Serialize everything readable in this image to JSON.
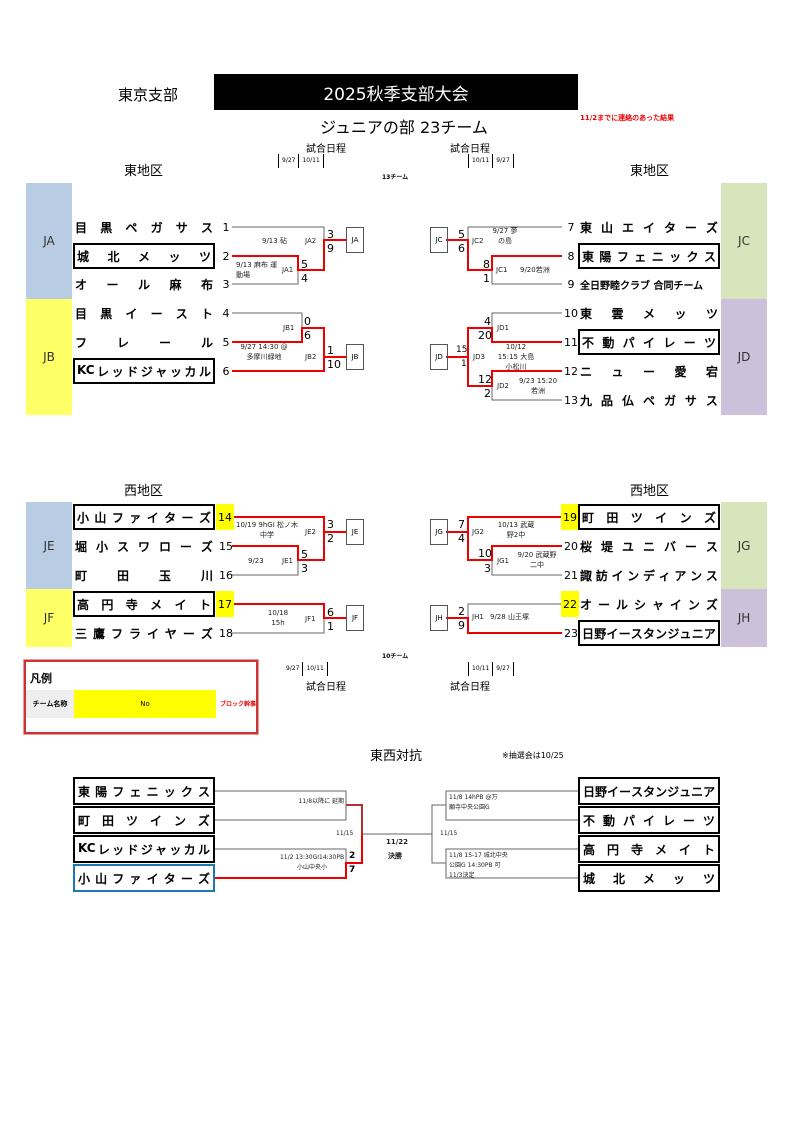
{
  "header": {
    "branch": "東京支部",
    "title": "2025秋季支部大会",
    "subtitle": "ジュニアの部 23チーム",
    "note": "11/2までに連絡のあった結果"
  },
  "schedule_label": "試合日程",
  "dates_left": [
    "9/27",
    "10/11"
  ],
  "dates_right": [
    "10/11",
    "9/27"
  ],
  "east": {
    "region_label": "東地区",
    "count": "13チーム",
    "blocks": {
      "JA": {
        "name": "JA",
        "teams": [
          {
            "no": "1",
            "name": "目黒ペガサス"
          },
          {
            "no": "2",
            "name": "城北メッツ"
          },
          {
            "no": "3",
            "name": "オール麻布"
          }
        ],
        "games": [
          {
            "id": "JA1",
            "info": "9/13 麻布 運動場",
            "scores": [
              "5",
              "4"
            ]
          },
          {
            "id": "JA2",
            "info": "9/13 砧",
            "scores": [
              "3",
              "9"
            ]
          }
        ]
      },
      "JB": {
        "name": "JB",
        "teams": [
          {
            "no": "4",
            "name": "目黒イースト"
          },
          {
            "no": "5",
            "name": "フレール"
          },
          {
            "no": "6",
            "name": "KCレッドジャッカル"
          }
        ],
        "games": [
          {
            "id": "JB1",
            "info": "",
            "scores": [
              "0",
              "6"
            ]
          },
          {
            "id": "JB2",
            "info": "9/27 14:30 @ 多摩川緑地",
            "scores": [
              "1",
              "10"
            ]
          }
        ]
      },
      "JC": {
        "name": "JC",
        "teams": [
          {
            "no": "7",
            "name": "東山エイターズ"
          },
          {
            "no": "8",
            "name": "東陽フェニックス"
          },
          {
            "no": "9",
            "name": "全日野睦クラブ 合同チーム"
          }
        ],
        "games": [
          {
            "id": "JC1",
            "info": "9/20若洲",
            "scores": [
              "8",
              "1"
            ]
          },
          {
            "id": "JC2",
            "info": "9/27 夢の島",
            "scores": [
              "5",
              "6"
            ]
          }
        ]
      },
      "JD": {
        "name": "JD",
        "teams": [
          {
            "no": "10",
            "name": "東雲メッツ"
          },
          {
            "no": "11",
            "name": "不動パイレーツ"
          },
          {
            "no": "12",
            "name": "ニュー愛宕"
          },
          {
            "no": "13",
            "name": "九品仏ペガサス"
          }
        ],
        "games": [
          {
            "id": "JD1",
            "info": "",
            "scores": [
              "4",
              "20"
            ]
          },
          {
            "id": "JD2",
            "info": "9/23 15:20若洲",
            "scores": [
              "12",
              "2"
            ]
          },
          {
            "id": "JD3",
            "info": "10/12 15:15 大島小松川",
            "scores": [
              "15",
              "1"
            ]
          }
        ]
      }
    }
  },
  "west": {
    "region_label": "西地区",
    "count": "10チーム",
    "blocks": {
      "JE": {
        "name": "JE",
        "teams": [
          {
            "no": "14",
            "name": "小山ファイターズ"
          },
          {
            "no": "15",
            "name": "堀小スワローズ"
          },
          {
            "no": "16",
            "name": "町田玉川"
          }
        ],
        "games": [
          {
            "id": "JE1",
            "info": "9/23",
            "scores": [
              "5",
              "3"
            ]
          },
          {
            "id": "JE2",
            "info": "10/19 9hGI 松ノ木中学",
            "scores": [
              "3",
              "2"
            ]
          }
        ]
      },
      "JF": {
        "name": "JF",
        "teams": [
          {
            "no": "17",
            "name": "高円寺メイト"
          },
          {
            "no": "18",
            "name": "三鷹フライヤーズ"
          }
        ],
        "games": [
          {
            "id": "JF1",
            "info": "10/18 15h",
            "scores": [
              "6",
              "1"
            ]
          }
        ]
      },
      "JG": {
        "name": "JG",
        "teams": [
          {
            "no": "19",
            "name": "町田ツインズ"
          },
          {
            "no": "20",
            "name": "桜堤ユニバース"
          },
          {
            "no": "21",
            "name": "諏訪インディアンス"
          }
        ],
        "games": [
          {
            "id": "JG1",
            "info": "9/20 武蔵野二中",
            "scores": [
              "10",
              "3"
            ]
          },
          {
            "id": "JG2",
            "info": "10/13 武蔵野2中",
            "scores": [
              "7",
              "4"
            ]
          }
        ]
      },
      "JH": {
        "name": "JH",
        "teams": [
          {
            "no": "22",
            "name": "オールシャインズ"
          },
          {
            "no": "23",
            "name": "日野イースタンジュニア"
          }
        ],
        "games": [
          {
            "id": "JH1",
            "info": "9/28 山王塚",
            "scores": [
              "2",
              "9"
            ]
          }
        ]
      }
    }
  },
  "legend": {
    "title": "凡例",
    "team_label": "チーム名称",
    "no_label": "No",
    "block_label": "ブロック幹事"
  },
  "final": {
    "title": "東西対抗",
    "lottery_note": "※抽選会は10/25",
    "left_teams": [
      "東陽フェニックス",
      "町田ツインズ",
      "KCレッドジャッカル",
      "小山ファイターズ"
    ],
    "right_teams": [
      "日野イースタンジュニア",
      "不動パイレーツ",
      "高円寺メイト",
      "城北メッツ"
    ],
    "left_semi_top": {
      "info": "11/8以降に 延期"
    },
    "left_semi_bottom": {
      "info": "11/2 13:30GI14:30PB 小山中央小",
      "scores": [
        "2",
        "7"
      ]
    },
    "right_semi_top": {
      "info": "11/8 14hPB @万願寺中央公園G"
    },
    "right_semi_bottom": {
      "info": "11/8 15-17 城北中央公園G 14:30PB 可 11/3決定"
    },
    "left_final_date": "11/15",
    "right_final_date": "11/15",
    "championship_date": "11/22",
    "championship_label": "決勝"
  },
  "colors": {
    "win_line": "#e00000",
    "line": "#666666",
    "block_blue": "#b8cce4",
    "block_yellow": "#ffff66",
    "block_green": "#d8e4bc",
    "block_purple": "#ccc0da",
    "seed_highlight": "#ffff00"
  }
}
